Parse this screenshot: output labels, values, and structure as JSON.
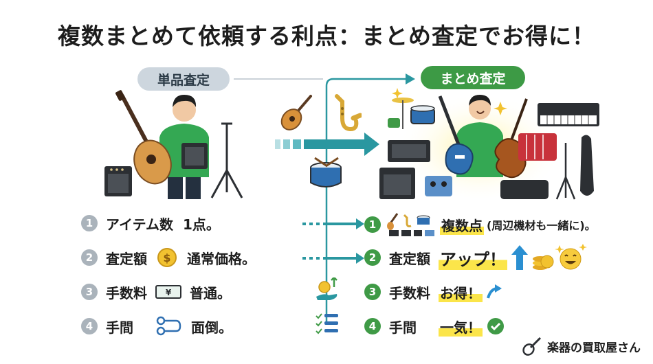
{
  "title": "複数まとめて依頼する利点：まとめ査定でお得に！",
  "labels": {
    "single": "単品査定",
    "bulk": "まとめ査定"
  },
  "left_rows": [
    {
      "num": "1",
      "label": "アイテム数",
      "value": "1点。"
    },
    {
      "num": "2",
      "label": "査定額",
      "value": "通常価格。"
    },
    {
      "num": "3",
      "label": "手数料",
      "value": "普通。"
    },
    {
      "num": "4",
      "label": "手間",
      "value": "面倒。"
    }
  ],
  "right_rows": [
    {
      "num": "1",
      "label": "",
      "value": "複数点",
      "note": "(周辺機材も一緒に)。"
    },
    {
      "num": "2",
      "label": "査定額",
      "value": "アップ！"
    },
    {
      "num": "3",
      "label": "手数料",
      "value": "お得！"
    },
    {
      "num": "4",
      "label": "手間",
      "value": "一気！"
    }
  ],
  "brand": "楽器の買取屋さん",
  "colors": {
    "teal": "#2a97a0",
    "green": "#3d9a45",
    "highlight": "#fbe54a",
    "gray_pill": "#cdd6de"
  },
  "icons": [
    "guitar-icon",
    "saxophone-icon",
    "drum-icon",
    "coin-icon",
    "banknote-icon",
    "process-icon",
    "up-arrow-icon",
    "smile-icon",
    "check-icon",
    "money-hand-icon",
    "checklist-icon"
  ]
}
